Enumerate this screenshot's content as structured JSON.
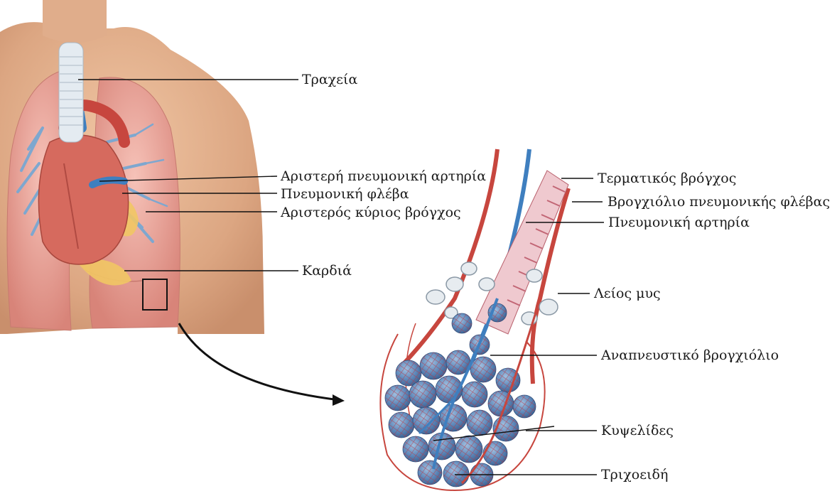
{
  "labels": {
    "trachea": "Τραχεία",
    "left_pulmonary_artery": "Αριστερή πνευμονική αρτηρία",
    "pulmonary_vein": "Πνευμονική φλέβα",
    "left_main_bronchus": "Αριστερός κύριος βρόγχος",
    "heart": "Καρδιά",
    "terminal_bronchus": "Τερματικός βρόγχος",
    "pulmonary_vein_bronchiole": "Βρογχιόλιο πνευμονικής φλέβας",
    "pulmonary_artery": "Πνευμονική αρτηρία",
    "smooth_muscle": "Λείος μυς",
    "respiratory_bronchiole": "Αναπνευστικό βρογχιόλιο",
    "alveoli": "Κυψελίδες",
    "capillaries": "Τριχοειδή"
  },
  "colors": {
    "skin": "#e3b28f",
    "lung": "#e9a39a",
    "artery": "#c7463e",
    "vein_blue": "#3f7fbf",
    "trachea": "#dfe7ee",
    "fat": "#f0c96a",
    "alveolus": "#5b86b8"
  }
}
